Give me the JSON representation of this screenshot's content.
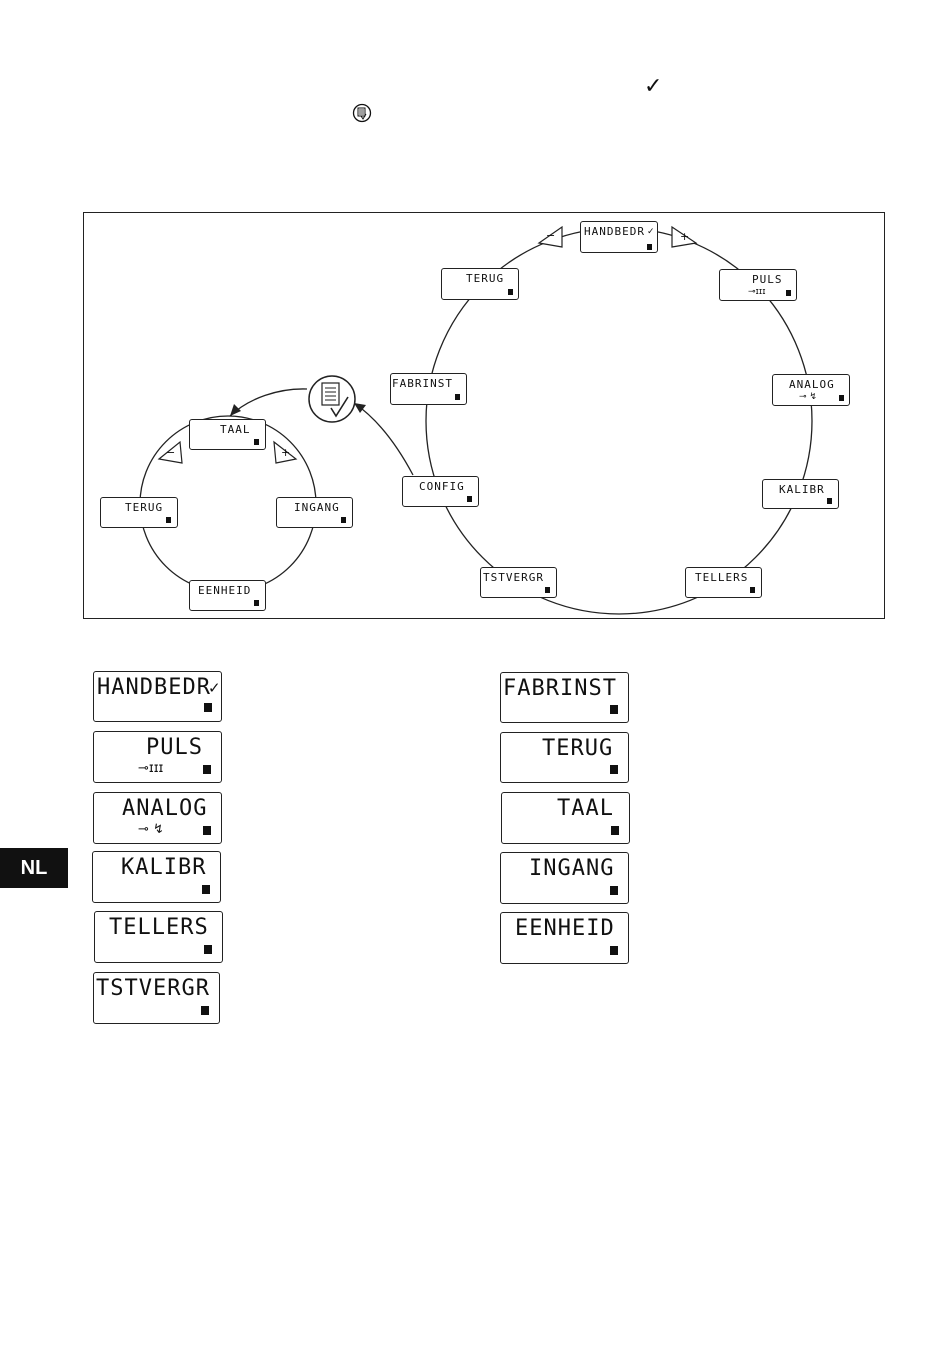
{
  "header": {
    "check_symbol": "✓"
  },
  "language_tab": "NL",
  "diagram": {
    "main_menu": [
      {
        "id": "handbedr",
        "label": "HANDBEDR",
        "extra": "✓"
      },
      {
        "id": "puls",
        "label": "PULS",
        "extra": "⊸ɪɪɪ"
      },
      {
        "id": "analog",
        "label": "ANALOG",
        "extra": "⊸ ↯"
      },
      {
        "id": "kalibr",
        "label": "KALIBR",
        "extra": ""
      },
      {
        "id": "tellers",
        "label": "TELLERS",
        "extra": ""
      },
      {
        "id": "tstvergr",
        "label": "TSTVERGR",
        "extra": ""
      },
      {
        "id": "config",
        "label": "CONFIG",
        "extra": ""
      },
      {
        "id": "fabrinst",
        "label": "FABRINST",
        "extra": ""
      },
      {
        "id": "terug1",
        "label": "TERUG",
        "extra": ""
      }
    ],
    "config_menu": [
      {
        "id": "taal",
        "label": "TAAL",
        "extra": ""
      },
      {
        "id": "ingang",
        "label": "INGANG",
        "extra": ""
      },
      {
        "id": "eenheid",
        "label": "EENHEID",
        "extra": ""
      },
      {
        "id": "terug2",
        "label": "TERUG",
        "extra": ""
      }
    ],
    "minus_symbol": "−",
    "plus_symbol": "+"
  },
  "legend": {
    "left": [
      {
        "label": "HANDBEDR",
        "extra": "✓"
      },
      {
        "label": "PULS",
        "extra": "⊸ɪɪɪ"
      },
      {
        "label": "ANALOG",
        "extra": "⊸ ↯"
      },
      {
        "label": "KALIBR",
        "extra": ""
      },
      {
        "label": "TELLERS",
        "extra": ""
      },
      {
        "label": "TSTVERGR",
        "extra": ""
      }
    ],
    "right": [
      {
        "label": "FABRINST",
        "extra": ""
      },
      {
        "label": "TERUG",
        "extra": ""
      },
      {
        "label": "TAAL",
        "extra": ""
      },
      {
        "label": "INGANG",
        "extra": ""
      },
      {
        "label": "EENHEID",
        "extra": ""
      }
    ]
  }
}
